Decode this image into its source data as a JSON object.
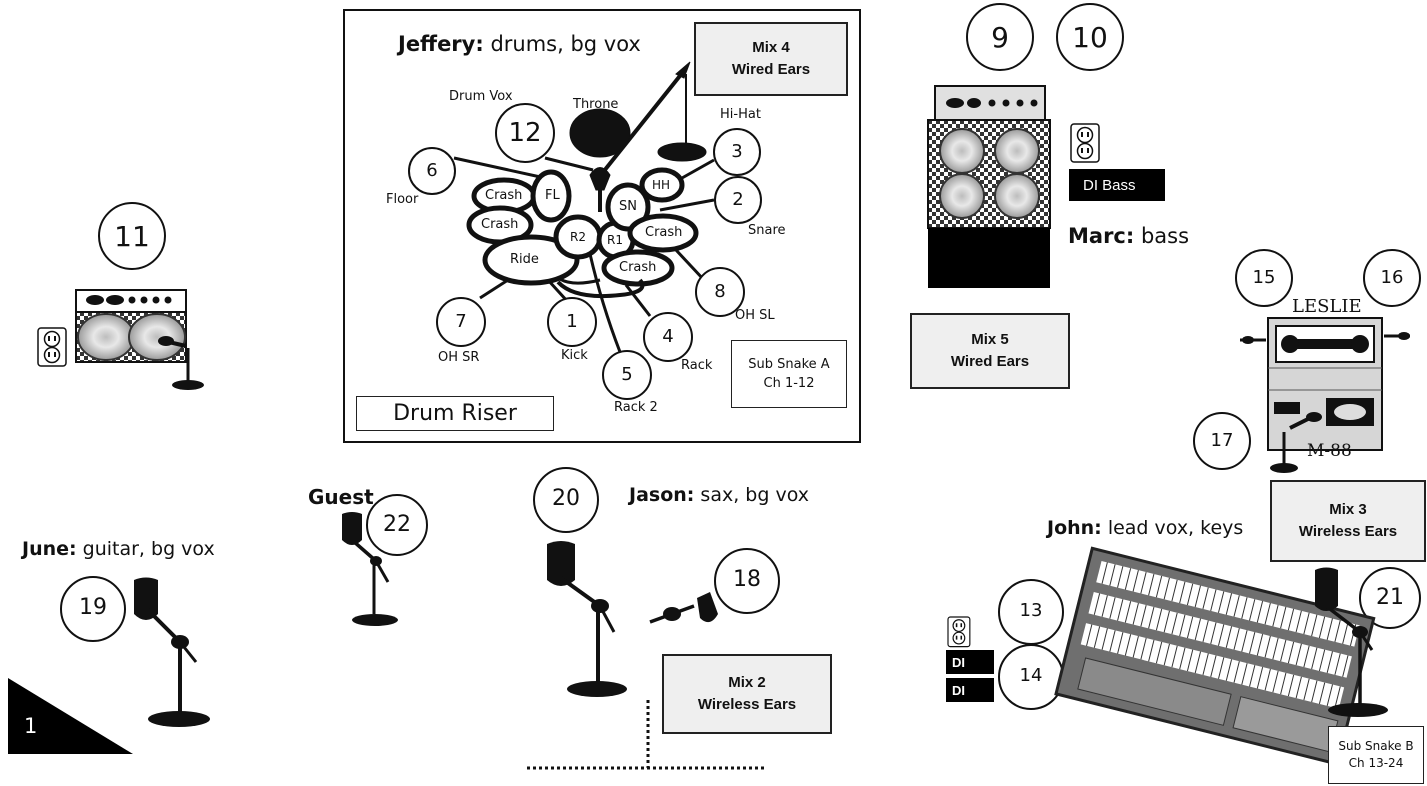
{
  "drum_riser": {
    "label": "Drum Riser",
    "title_name": "Jeffery:",
    "title_rest": " drums, bg vox",
    "mix_line1": "Mix 4",
    "mix_line2": "Wired Ears",
    "sub_snake_line1": "Sub Snake A",
    "sub_snake_line2": "Ch 1-12",
    "labels": {
      "drum_vox": "Drum Vox",
      "throne": "Throne",
      "hihat": "Hi-Hat",
      "floor": "Floor",
      "snare": "Snare",
      "oh_sl": "OH SL",
      "oh_sr": "OH SR",
      "kick": "Kick",
      "rack": "Rack",
      "rack2": "Rack 2"
    },
    "kit": {
      "crash_a": "Crash",
      "fl": "FL",
      "crash_b": "Crash",
      "ride": "Ride",
      "r2": "R2",
      "r1": "R1",
      "sn": "SN",
      "hh": "HH",
      "crash_c": "Crash",
      "crash_d": "Crash"
    },
    "channels": {
      "c12": "12",
      "c6": "6",
      "c3": "3",
      "c2": "2",
      "c8": "8",
      "c7": "7",
      "c1": "1",
      "c4": "4",
      "c5": "5"
    }
  },
  "bass": {
    "ch9": "9",
    "ch10": "10",
    "di_label": "DI Bass",
    "name": "Marc:",
    "role": " bass",
    "mix_line1": "Mix 5",
    "mix_line2": "Wired Ears"
  },
  "leslie": {
    "ch15": "15",
    "ch16": "16",
    "ch17": "17",
    "brand": "LESLIE",
    "mic_model": "M-88"
  },
  "guitar_amp": {
    "ch11": "11"
  },
  "june": {
    "name": "June:",
    "role": " guitar, bg vox",
    "ch19": "19"
  },
  "guest": {
    "name": "Guest",
    "ch22": "22"
  },
  "jason": {
    "name": "Jason:",
    "role": " sax, bg vox",
    "ch20": "20",
    "ch18": "18",
    "mix_line1": "Mix 2",
    "mix_line2": "Wireless Ears"
  },
  "john": {
    "name": "John:",
    "role": " lead vox, keys",
    "ch13": "13",
    "ch14": "14",
    "ch21": "21",
    "di1": "DI",
    "di2": "DI",
    "mix_line1": "Mix 3",
    "mix_line2": "Wireless Ears",
    "sub_snake_line1": "Sub Snake B",
    "sub_snake_line2": "Ch 13-24"
  },
  "stage_corner": {
    "number": "1"
  },
  "colors": {
    "ink": "#111111",
    "mix_fill": "#efefef",
    "amp_fill": "#dcdcdc",
    "leslie_fill": "#d6d6d6",
    "organ_fill": "#7a7a7a"
  },
  "icons": [
    "power-outlet-icon",
    "microphone-stand-icon",
    "drum-kit-icon",
    "bass-cabinet-icon",
    "guitar-amp-icon",
    "leslie-speaker-icon",
    "organ-keyboard-icon"
  ]
}
